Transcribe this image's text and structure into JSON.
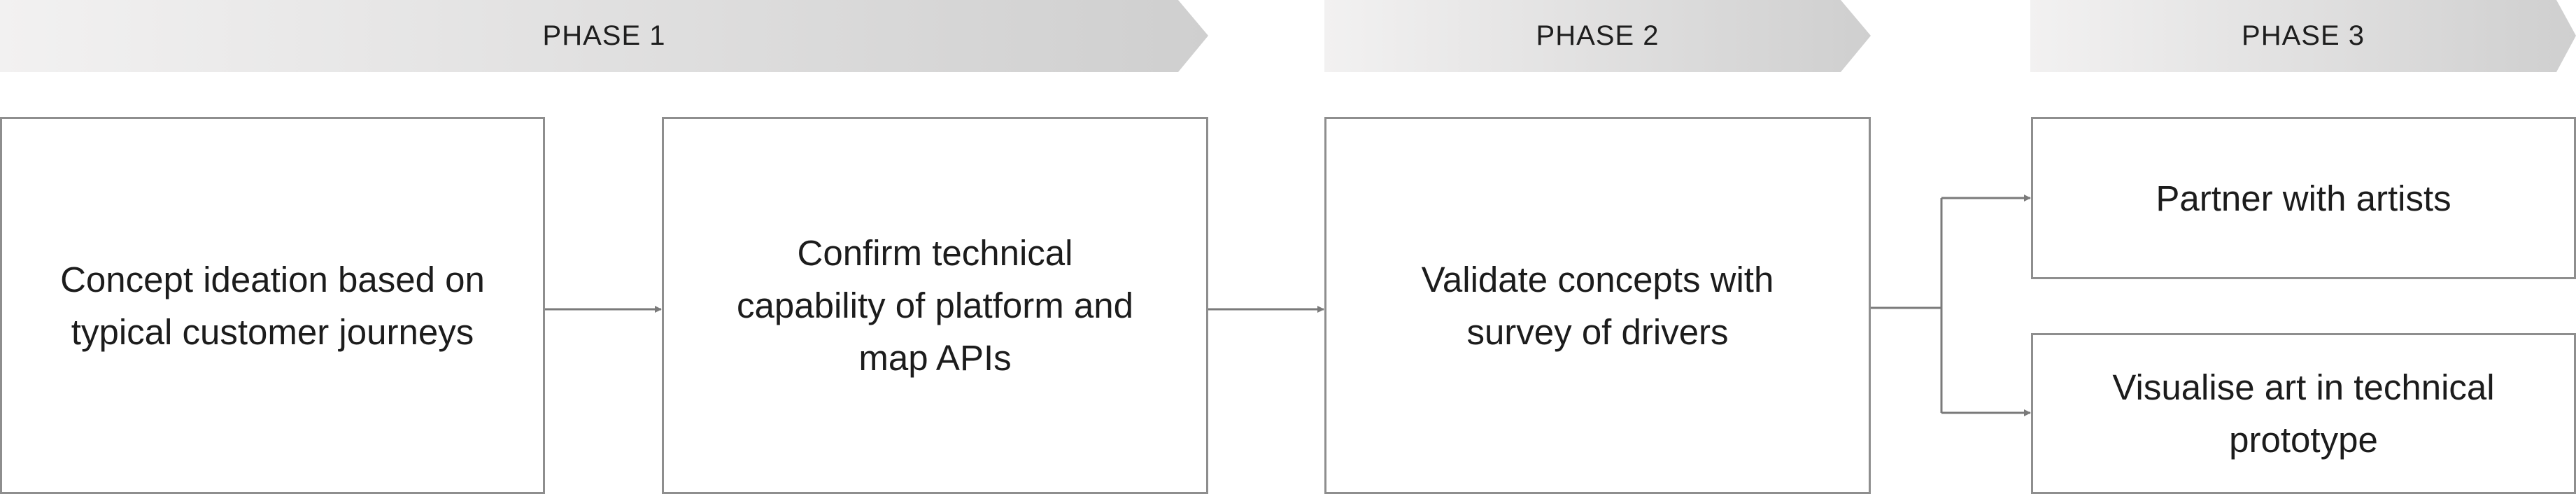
{
  "phases": [
    {
      "label": "PHASE 1"
    },
    {
      "label": "PHASE 2"
    },
    {
      "label": "PHASE 3"
    }
  ],
  "steps": [
    {
      "label": "Concept ideation based on typical customer journeys"
    },
    {
      "label": "Confirm technical capability of platform and map APIs"
    },
    {
      "label": "Validate concepts with survey of drivers"
    },
    {
      "label": "Partner with artists"
    },
    {
      "label": "Visualise art in technical prototype"
    }
  ],
  "colors": {
    "banner_start": "#f1f0f0",
    "banner_end": "#d0d0d0",
    "box_border": "#8e8e8e",
    "connector": "#7a7a7a",
    "text": "#1c1c1c"
  }
}
